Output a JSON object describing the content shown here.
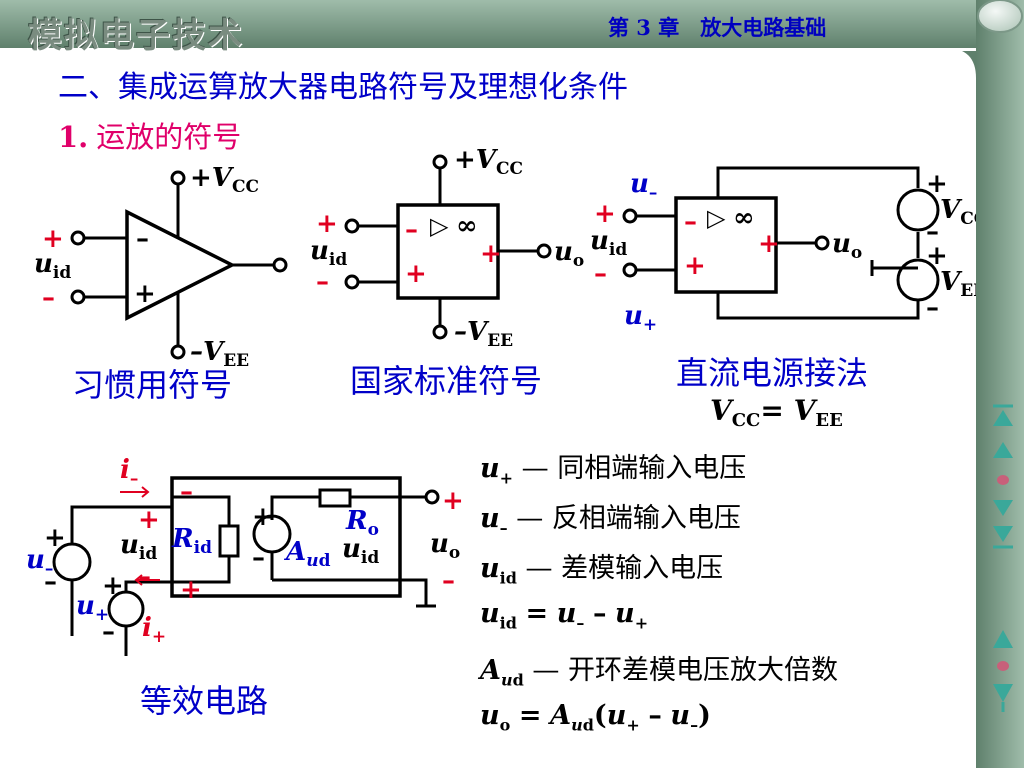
{
  "header": {
    "logo_text": "模拟电子技术",
    "chapter_title": "第 3 章　放大电路基础"
  },
  "section": {
    "heading": "二、集成运算放大器电路符号及理想化条件",
    "sub_number": "1.",
    "sub_title": "运放的符号"
  },
  "diagram_labels": {
    "plus": "+",
    "minus": "–",
    "infinity": "∞",
    "triangle": "▷",
    "plus_vcc": "+V",
    "minus_vee": "–V",
    "v": "V",
    "sub_cc": "CC",
    "sub_ee": "EE",
    "u": "u",
    "sub_id": "id",
    "sub_o": "o",
    "sub_plus": "+",
    "sub_minus": "–",
    "i": "i",
    "r": "R",
    "sub_o_r": "o",
    "a": "A",
    "sub_u": "u",
    "sub_d": "d"
  },
  "captions": {
    "customary": "习惯用符号",
    "standard": "国家标准符号",
    "dc_supply": "直流电源接法",
    "equivalent": "等效电路",
    "vcc_eq_vee": "= "
  },
  "definitions": {
    "u_plus_desc": "— 同相端输入电压",
    "u_minus_desc": "— 反相端输入电压",
    "u_id_desc": "— 差模输入电压",
    "u_id_formula_eq": "=",
    "u_id_formula_minus": "–",
    "a_ud_desc": "— 开环差模电压放大倍数",
    "uo_formula_eq": "=",
    "uo_formula_open": "(",
    "uo_formula_minus": "–",
    "uo_formula_close": ")"
  },
  "colors": {
    "frame_green": "#6f8e7c",
    "title_blue": "#0000c8",
    "accent_magenta": "#e0006a",
    "label_blue": "#0000c8",
    "red_sign": "#e00020",
    "nav_teal": "#3aa89a",
    "nav_pink": "#c8607a"
  },
  "nav": {
    "icons": [
      "nav-first-icon",
      "nav-prev-icon",
      "nav-home-icon",
      "nav-next-icon",
      "nav-last-icon"
    ]
  }
}
